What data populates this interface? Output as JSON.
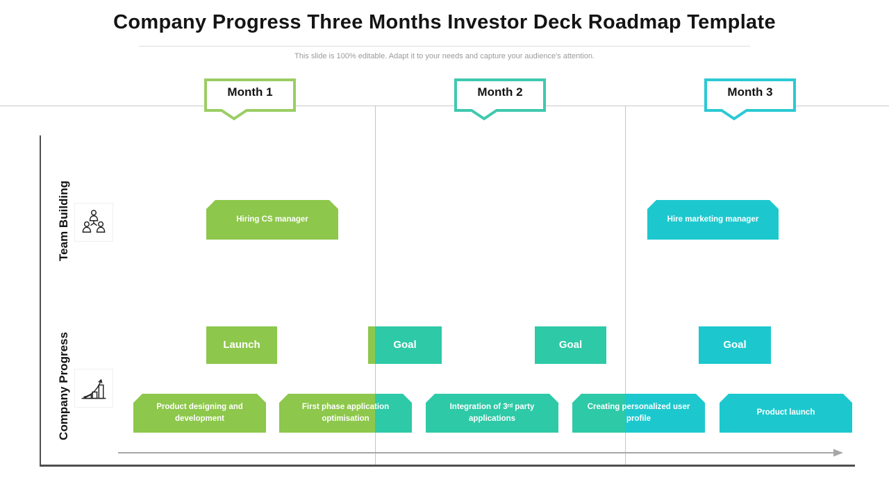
{
  "slide": {
    "title": "Company Progress Three Months Investor Deck Roadmap Template",
    "subtitle": "This slide is 100% editable. Adapt it to your needs and capture your audience's attention."
  },
  "timeline": {
    "months": [
      {
        "label": "Month 1",
        "color": "#9bcd64"
      },
      {
        "label": "Month 2",
        "color": "#3fc9ae"
      },
      {
        "label": "Month 3",
        "color": "#2bc9d3"
      }
    ]
  },
  "colors": {
    "green": "#8dc74b",
    "teal": "#2ec9a7",
    "cyan": "#1cc8ce",
    "axis": "#4d4d4d",
    "divider": "#c4c4c4",
    "arrow": "#a6a6a6"
  },
  "rows": {
    "team_building": {
      "label": "Team Building",
      "icon": "org-chart-people-icon",
      "tasks": [
        {
          "label": "Hiring CS manager",
          "color": "#8dc74b",
          "month": "Month 1"
        },
        {
          "label": "Hire marketing manager",
          "color": "#1cc8ce",
          "month": "Month 3"
        }
      ]
    },
    "company_progress": {
      "label": "Company Progress",
      "icon": "growth-chart-icon",
      "milestones": [
        {
          "label": "Launch",
          "color": "#8dc74b"
        },
        {
          "label": "Goal",
          "color": "#2ec9a7",
          "accent_left": "#8dc74b"
        },
        {
          "label": "Goal",
          "color": "#2ec9a7"
        },
        {
          "label": "Goal",
          "color": "#1cc8ce"
        }
      ],
      "tasks": [
        {
          "label": "Product designing and development",
          "color": "#8dc74b"
        },
        {
          "label": "First phase application optimisation",
          "color_left": "#8dc74b",
          "color_right": "#2ec9a7"
        },
        {
          "label": "Integration of 3ʳᵈ party applications",
          "color": "#2ec9a7"
        },
        {
          "label": "Creating personalized user profile",
          "color_left": "#2ec9a7",
          "color_right": "#1cc8ce"
        },
        {
          "label": "Product launch",
          "color": "#1cc8ce"
        }
      ]
    }
  }
}
